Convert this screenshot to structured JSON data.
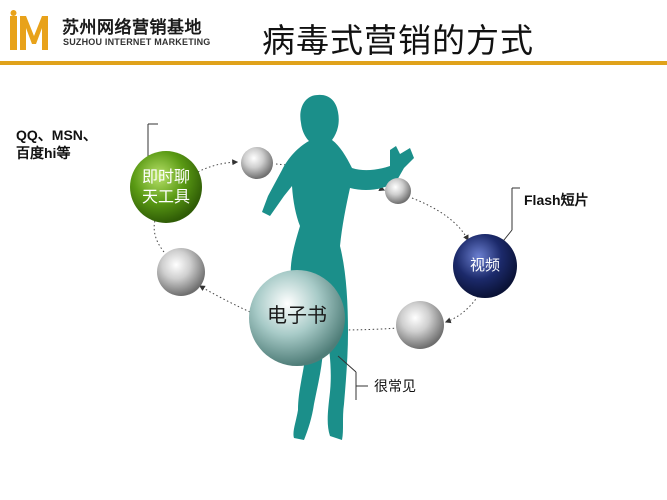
{
  "header": {
    "logo_cn": "苏州网络营销基地",
    "logo_en": "SUZHOU INTERNET MARKETING",
    "title": "病毒式营销的方式"
  },
  "nodes": {
    "instant_messaging": {
      "line1": "即时聊",
      "line2": "天工具"
    },
    "video": {
      "label": "视频"
    },
    "ebook": {
      "label": "电子书"
    }
  },
  "callouts": {
    "im_examples_line1": "QQ、MSN、",
    "im_examples_line2": "百度hi等",
    "flash": "Flash短片",
    "common": "很常见"
  },
  "colors": {
    "accent_rule": "#e0a21b",
    "figure": "#1b8f8a",
    "im_node": "#5a9a14",
    "video_node": "#1c2a6b",
    "ebook_node": "#8fb8b4"
  }
}
